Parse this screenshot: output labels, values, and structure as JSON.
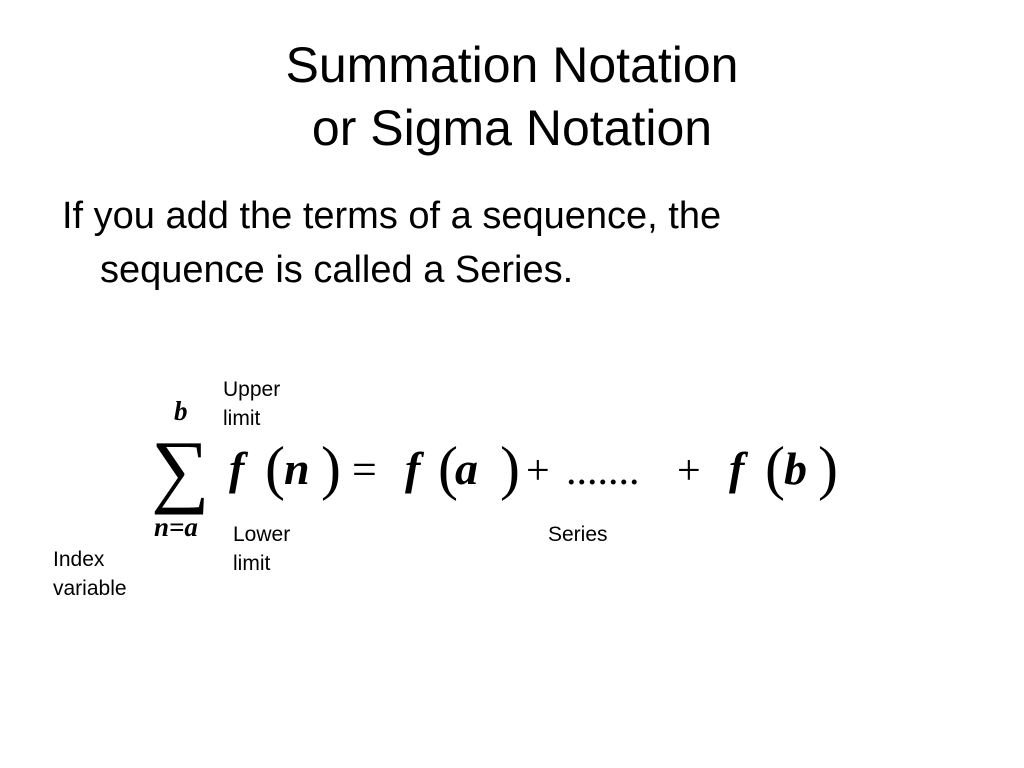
{
  "title": {
    "line1": "Summation Notation",
    "line2": "or Sigma Notation"
  },
  "body": {
    "line1": "If you add the terms of a sequence, the",
    "line2": "sequence is called a Series."
  },
  "formula": {
    "sigma": "∑",
    "upper_limit_var": "b",
    "lower_index": "n=a",
    "lhs": {
      "function": "f",
      "open_paren": "(",
      "argument": "n",
      "close_paren": ")"
    },
    "equals": "=",
    "first_term": {
      "function": "f",
      "open_paren": "(",
      "argument": "a",
      "close_paren": ")"
    },
    "plus_1": "+",
    "ellipsis": ".......",
    "plus_2": "+",
    "last_term": {
      "function": "f",
      "open_paren": "(",
      "argument": "b",
      "close_paren": ")"
    }
  },
  "labels": {
    "upper_limit": {
      "line1": "Upper",
      "line2": "limit"
    },
    "lower_limit": {
      "line1": "Lower",
      "line2": "limit"
    },
    "index_variable": {
      "line1": "Index",
      "line2": "variable"
    },
    "series": "Series"
  }
}
